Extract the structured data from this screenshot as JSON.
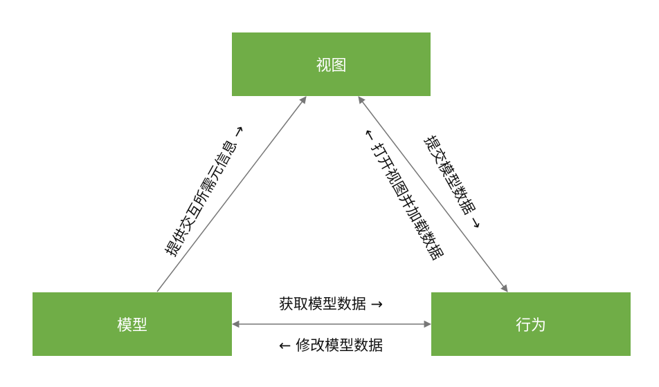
{
  "nodes": {
    "view": "视图",
    "model": "模型",
    "action": "行为"
  },
  "edges": {
    "model_to_view": "提供交互所需元信息 →",
    "action_to_view": "← 打开视图并加载数据",
    "view_to_action": "提交模型数据 →",
    "model_to_action": "获取模型数据 →",
    "action_to_model": "← 修改模型数据"
  },
  "colors": {
    "node_fill": "#70ad47",
    "node_text": "#ffffff",
    "connector": "#777777",
    "label_text": "#111111"
  }
}
